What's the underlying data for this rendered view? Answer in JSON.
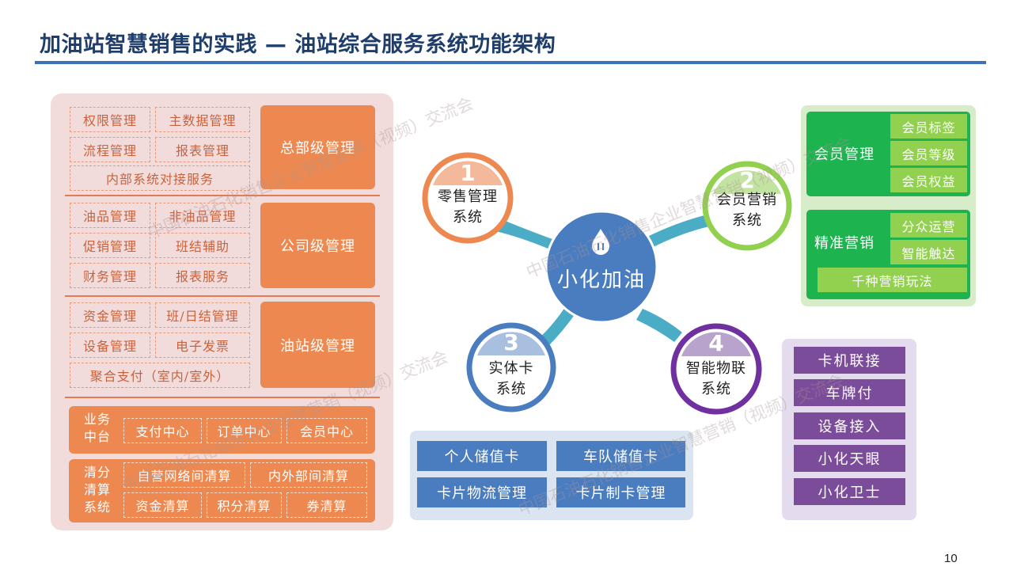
{
  "slide": {
    "title": "加油站智慧销售的实践 — 油站综合服务系统功能架构",
    "page_number": "10",
    "watermark": "中国石油石化销售企业智慧营销（视频）交流会"
  },
  "left_panel": {
    "hq": {
      "items": [
        "权限管理",
        "主数据管理",
        "流程管理",
        "报表管理",
        "内部系统对接服务"
      ],
      "level_label": "总部级管理"
    },
    "company": {
      "items": [
        "油品管理",
        "非油品管理",
        "促销管理",
        "班结辅助",
        "财务管理",
        "报表服务"
      ],
      "level_label": "公司级管理"
    },
    "station": {
      "items": [
        "资金管理",
        "班/日结管理",
        "设备管理",
        "电子发票",
        "聚合支付（室内/室外）"
      ],
      "level_label": "油站级管理"
    },
    "middle_platform": {
      "label_line1": "业务",
      "label_line2": "中台",
      "items": [
        "支付中心",
        "订单中心",
        "会员中心"
      ]
    },
    "clearing": {
      "label_line1": "清分",
      "label_line2": "清算",
      "label_line3": "系统",
      "items": [
        "自营网络间清算",
        "内外部间清算",
        "资金清算",
        "积分清算",
        "券清算"
      ]
    }
  },
  "hub": {
    "label": "小化加油",
    "icon": "oil-drop-icon"
  },
  "systems": [
    {
      "number": "1",
      "line1": "零售管理",
      "line2": "系统",
      "color": "#ed8950"
    },
    {
      "number": "2",
      "line1": "会员营销",
      "line2": "系统",
      "color": "#92d050"
    },
    {
      "number": "3",
      "line1": "实体卡",
      "line2": "系统",
      "color": "#4a7cc0"
    },
    {
      "number": "4",
      "line1": "智能物联",
      "line2": "系统",
      "color": "#7030a0"
    }
  ],
  "card_system": {
    "items": [
      "个人储值卡",
      "车队储值卡",
      "卡片物流管理",
      "卡片制卡管理"
    ]
  },
  "member_marketing": {
    "member_mgmt": {
      "label": "会员管理",
      "items": [
        "会员标签",
        "会员等级",
        "会员权益"
      ]
    },
    "precision_marketing": {
      "label": "精准营销",
      "items": [
        "分众运营",
        "智能触达",
        "千种营销玩法"
      ]
    }
  },
  "iot": {
    "items": [
      "卡机联接",
      "车牌付",
      "设备接入",
      "小化天眼",
      "小化卫士"
    ]
  },
  "colors": {
    "title": "#1f3d6b",
    "orange": "#ed8950",
    "green": "#1db34f",
    "light_green": "#92d050",
    "blue": "#4a7cc0",
    "purple": "#7b4c9a",
    "hub": "#4a7cc0",
    "connector": "#4bacc6"
  }
}
